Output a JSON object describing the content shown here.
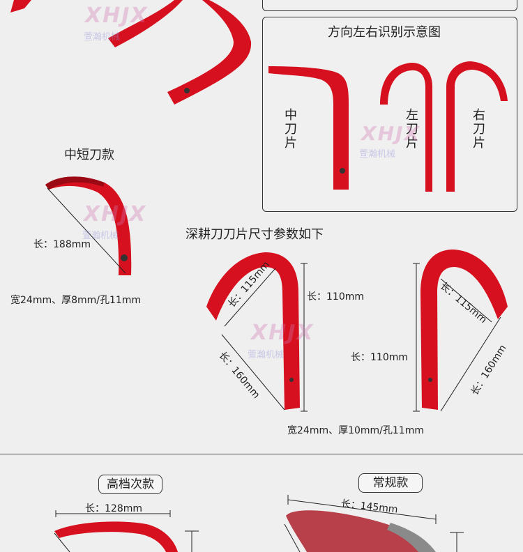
{
  "watermark": {
    "logo": "XHJX",
    "sub": "萱瀚机械"
  },
  "direction_panel": {
    "title": "方向左右识别示意图",
    "middle_label": "中刀片",
    "left_label": "左刀片",
    "right_label": "右刀片"
  },
  "medium_short": {
    "title": "中短刀款",
    "length_label": "长：188mm",
    "spec": "宽24mm、厚8mm/孔11mm"
  },
  "deep_tillage": {
    "title": "深耕刀刀片尺寸参数如下",
    "left_upper_dim": "长：115mm",
    "left_lower_dim": "长：160mm",
    "left_height_dim": "长：110mm",
    "right_height_dim": "长：110mm",
    "right_upper_dim": "长：115mm",
    "right_lower_dim": "长：160mm",
    "spec": "宽24mm、厚10mm/孔11mm"
  },
  "bottom": {
    "premium_label": "高档次款",
    "premium_dim": "长：128mm",
    "regular_label": "常规款",
    "regular_dim": "长：145mm"
  },
  "colors": {
    "blade_red": "#d6101e",
    "blade_dark": "#9b0a14",
    "regular_blade": "#b8404a"
  }
}
